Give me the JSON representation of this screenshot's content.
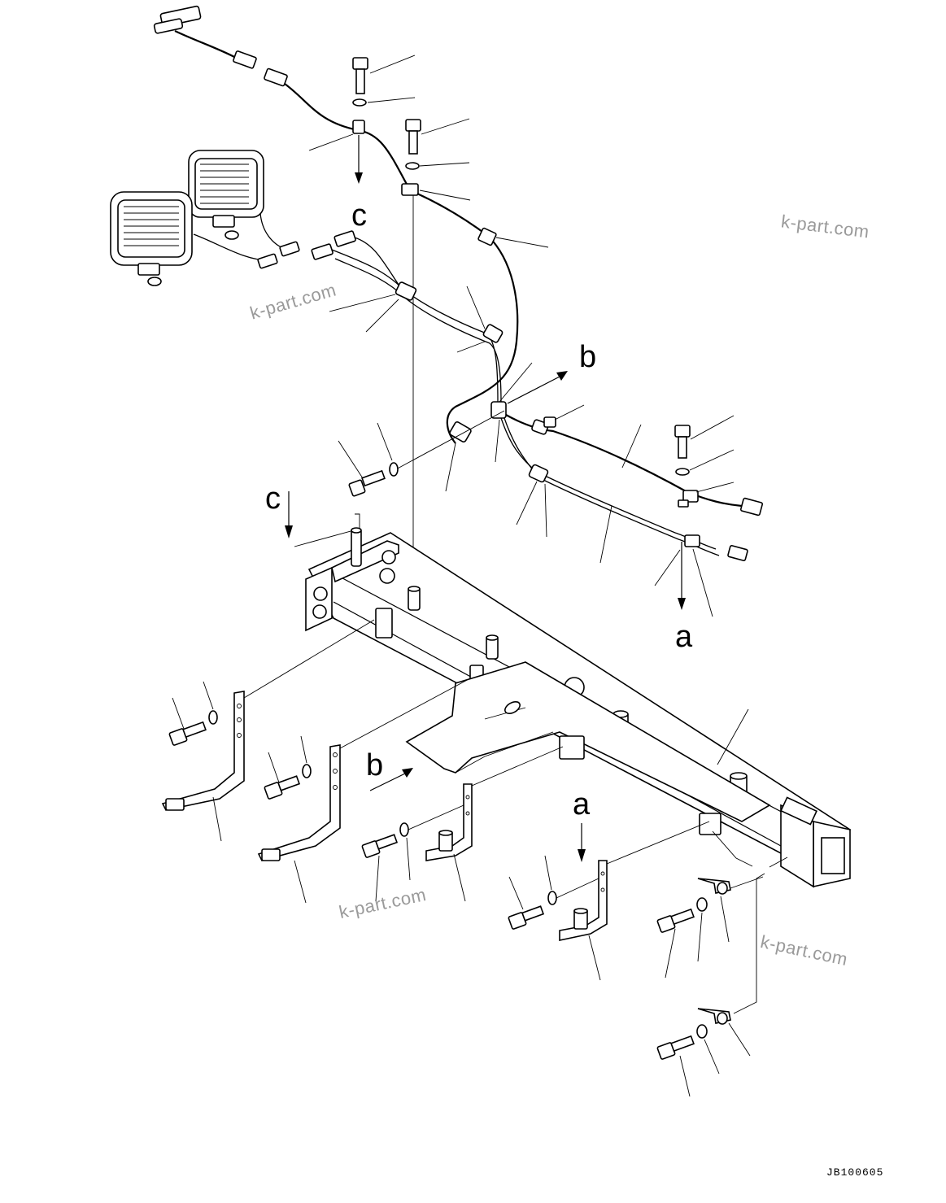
{
  "view_refs": {
    "c_top": "c",
    "b_top": "b",
    "c_frame": "c",
    "a_right": "a",
    "b_left": "b",
    "a_bottom": "a"
  },
  "watermarks": [
    "k-part.com",
    "k-part.com",
    "k-part.com",
    "k-part.com"
  ],
  "drawing_code": "JB100605"
}
